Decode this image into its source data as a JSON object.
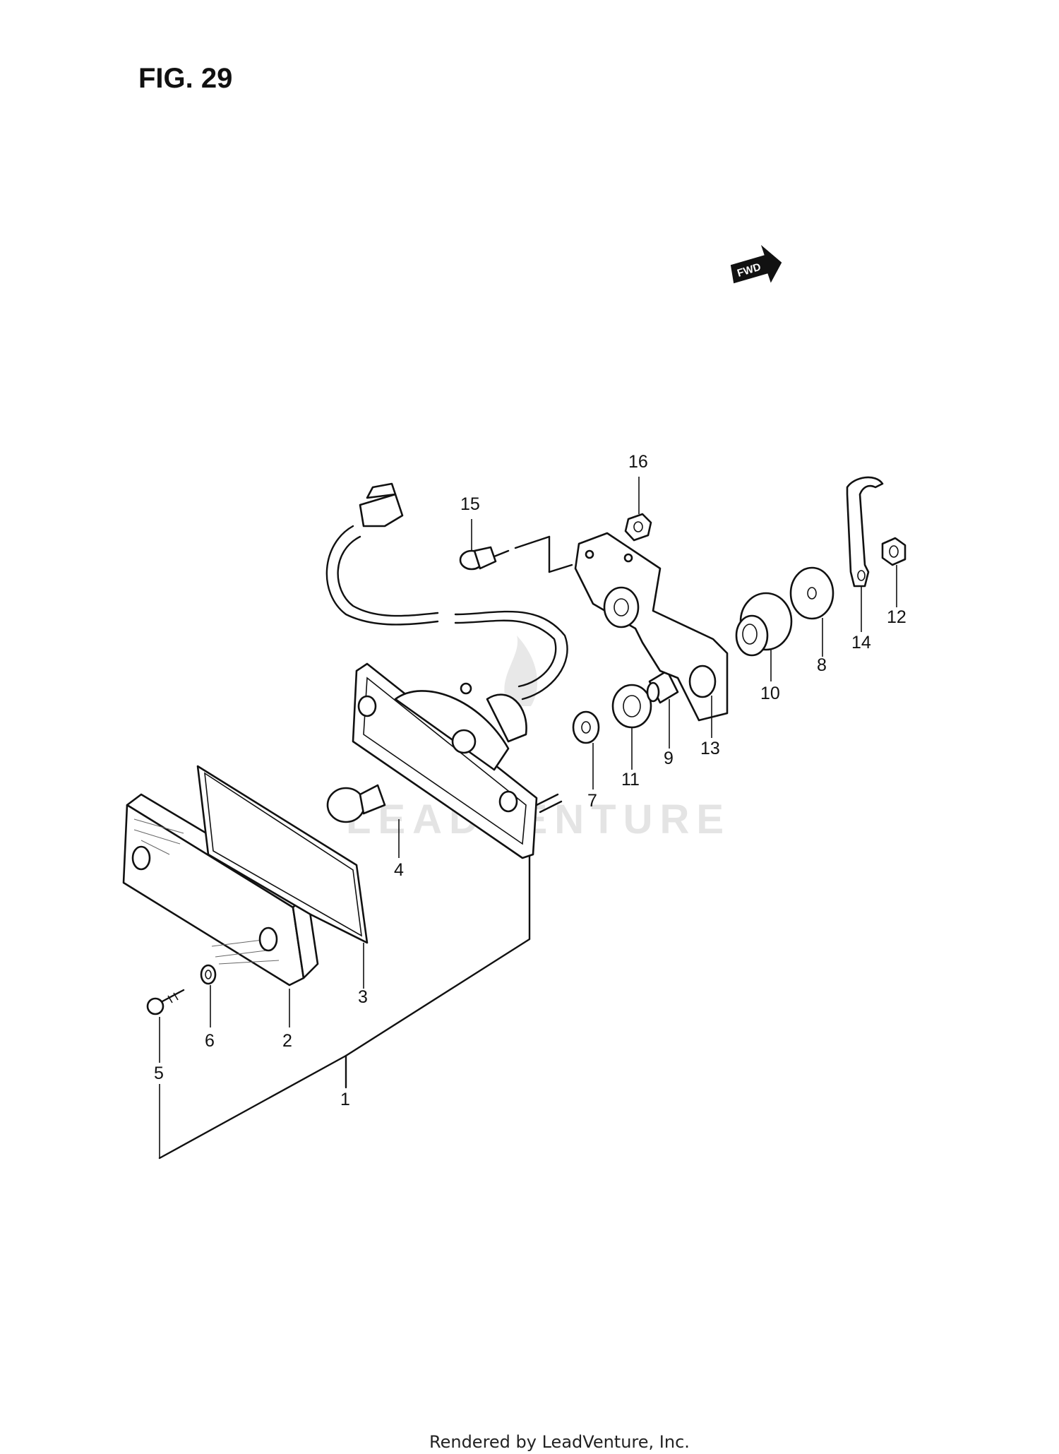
{
  "figure": {
    "title": "FIG. 29"
  },
  "fwd_label": "FWD",
  "watermark": "LEADVENTURE",
  "callouts": [
    "1",
    "2",
    "3",
    "4",
    "5",
    "6",
    "7",
    "8",
    "9",
    "10",
    "11",
    "12",
    "13",
    "14",
    "15",
    "16"
  ],
  "footer": "Rendered by LeadVenture, Inc."
}
